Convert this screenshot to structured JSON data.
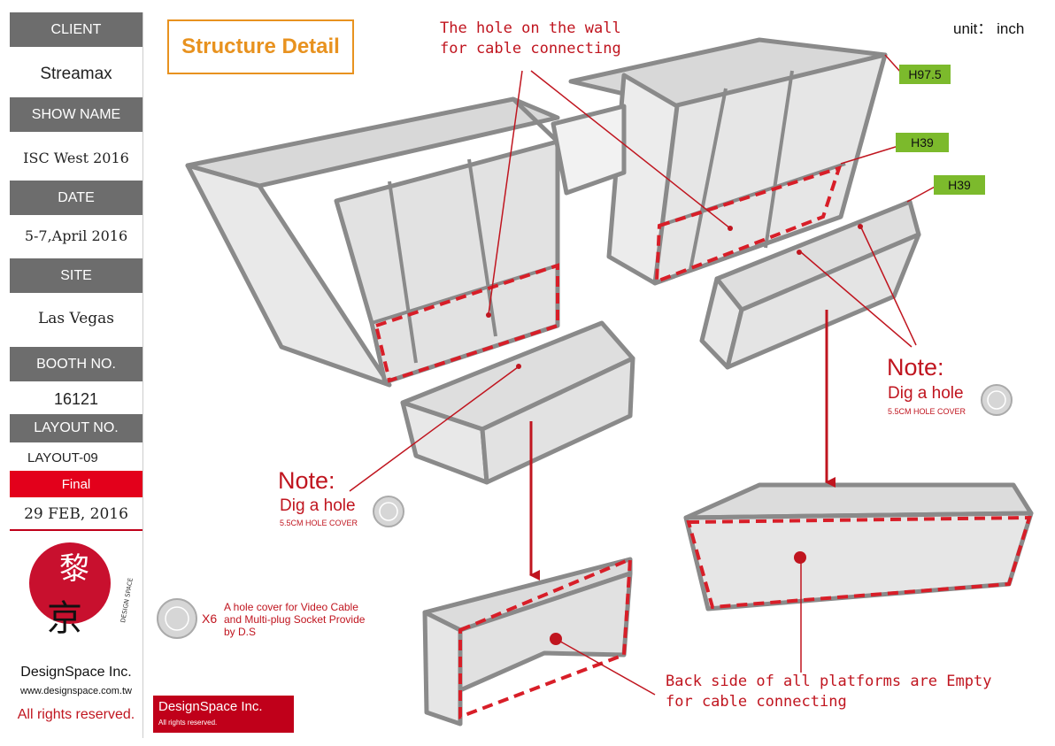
{
  "sidebar": {
    "client_label": "CLIENT",
    "client": "Streamax",
    "show_label": "SHOW NAME",
    "show": "ISC West 2016",
    "date_label": "DATE",
    "date": "5-7,April 2016",
    "site_label": "SITE",
    "site": "Las Vegas",
    "booth_label": "BOOTH NO.",
    "booth": "16121",
    "layout_label": "LAYOUT NO.",
    "layout": "LAYOUT-09",
    "status": "Final",
    "status_date": "29 FEB, 2016",
    "logo_text": "DESIGN SPACE",
    "company": "DesignSpace Inc.",
    "website": "www.designspace.com.tw",
    "rights": "All rights reserved."
  },
  "title": "Structure Detail",
  "unit": "unit： inch",
  "annotations": {
    "wall_hole": "The hole on the wall for cable connecting",
    "note_title": "Note:",
    "note_body": "Dig a hole",
    "hole_cover_size": "5.5CM HOLE COVER",
    "back_side": "Back side of all platforms are Empty for cable connecting",
    "legend_qty": "X6",
    "legend_desc": "A hole cover for Video Cable and Multi-plug Socket Provide by D.S"
  },
  "heights": {
    "h1": "H97.5",
    "h2": "H39",
    "h3": "H39"
  },
  "footer": {
    "company": "DesignSpace Inc.",
    "rights": "All rights reserved."
  },
  "colors": {
    "accent_red": "#c0151f",
    "title_orange": "#e8921f",
    "height_green": "#7cba2c",
    "panel_gray": "#e6e6e6",
    "frame_gray": "#8a8a8a"
  }
}
